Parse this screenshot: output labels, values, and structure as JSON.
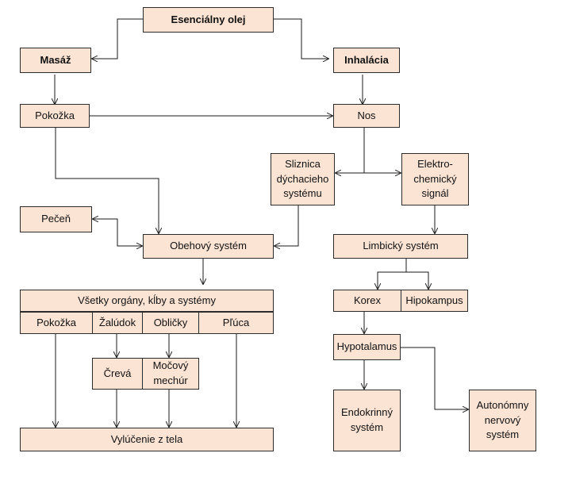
{
  "colors": {
    "box_fill": "#fce4d4",
    "box_border": "#2b2b2b",
    "line": "#1a1a1a"
  },
  "nodes": {
    "essential_oil": "Esenciálny olej",
    "massage": "Masáž",
    "inhalation": "Inhalácia",
    "skin": "Pokožka",
    "nose": "Nos",
    "mucosa": "Sliznica\ndýchacieho\nsystému",
    "electro_signal": "Elektro-\nchemický\nsignál",
    "liver": "Pečeň",
    "circulatory": "Obehový systém",
    "limbic": "Limbický systém",
    "all_organs": "Všetky orgány, kĺby a systémy",
    "organ_skin": "Pokožka",
    "stomach": "Žalúdok",
    "kidneys": "Obličky",
    "lungs": "Pľúca",
    "cortex": "Korex",
    "hippocampus": "Hipokampus",
    "hypothalamus": "Hypotalamus",
    "intestines": "Črevá",
    "bladder": "Močový\nmechúr",
    "endocrine": "Endokrinný\nsystém",
    "autonomic": "Autonómny\nnervový\nsystém",
    "elimination": "Vylúčenie z tela"
  }
}
